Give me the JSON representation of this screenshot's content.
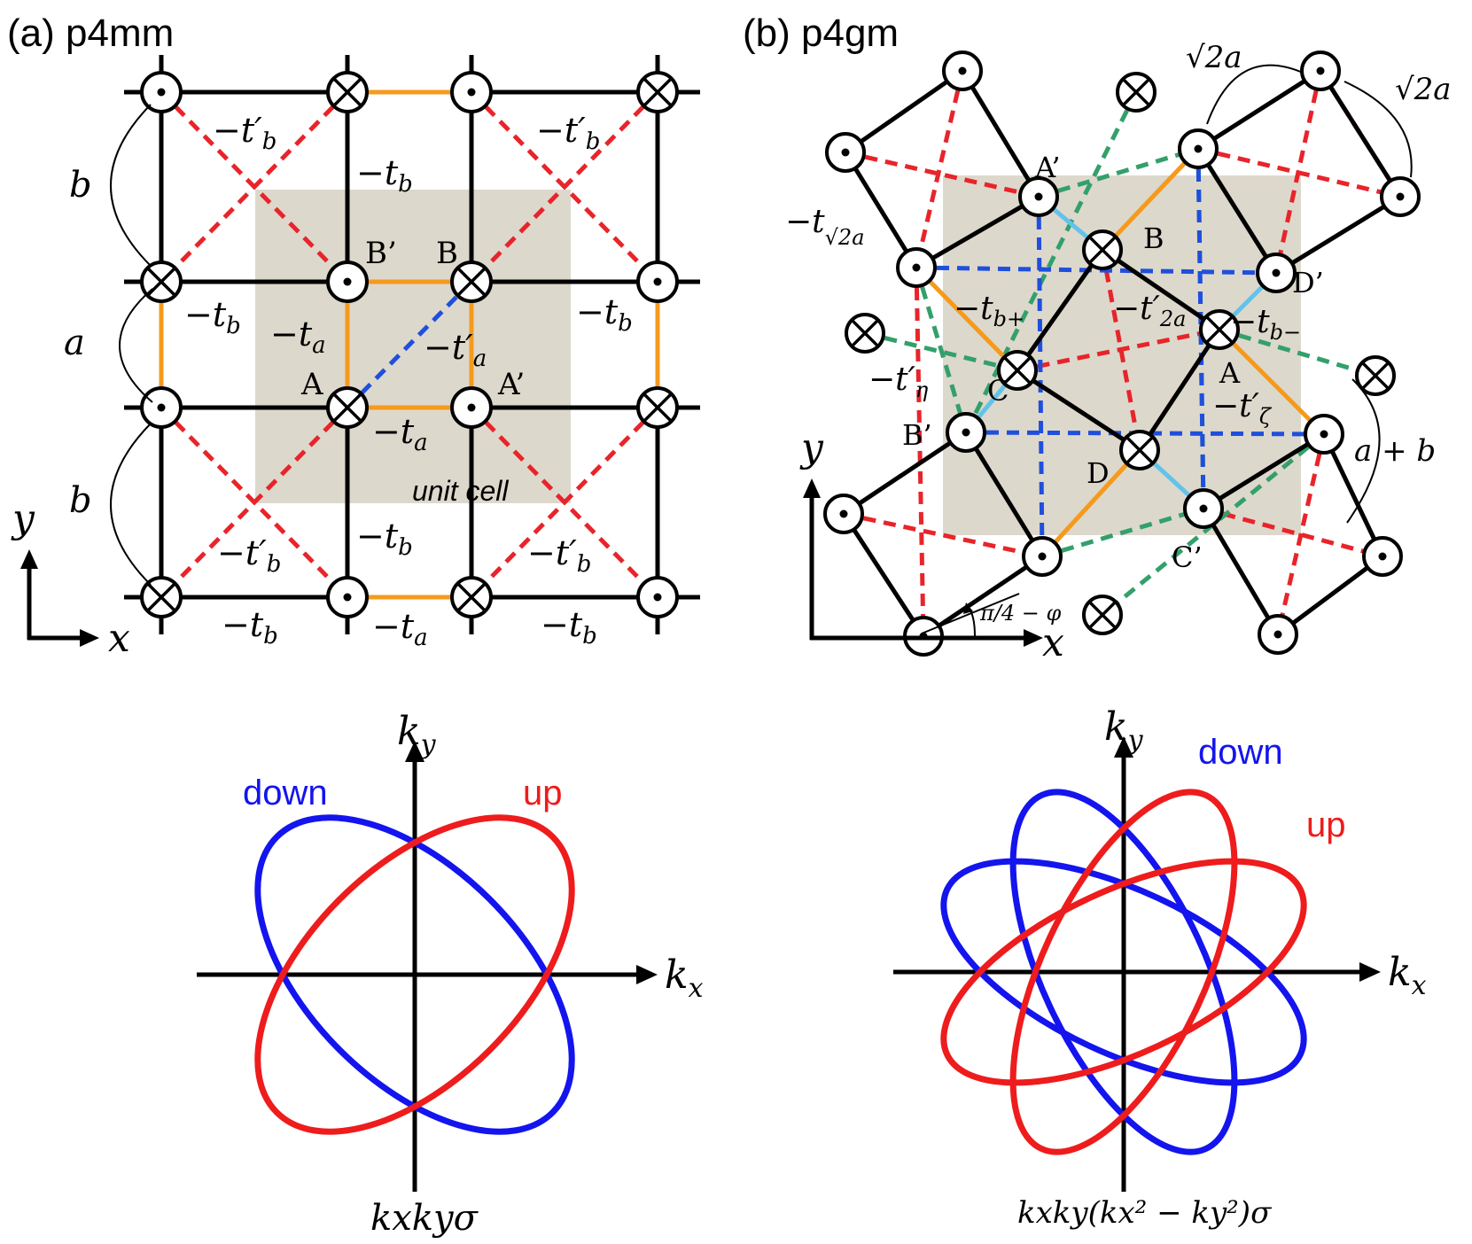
{
  "colors": {
    "bond_black": "#000000",
    "bond_orange": "#f59a1c",
    "bond_red": "#e8242b",
    "bond_blue": "#1f4fdc",
    "bond_lightblue": "#62c3ea",
    "bond_green": "#33a06b",
    "unit_cell": "#ddd8cc",
    "up_curve": "#ee1c1c",
    "down_curve": "#1414ee"
  },
  "panel_a": {
    "title": "(a) p4mm",
    "spans": {
      "b": "b",
      "a": "a"
    },
    "sites": {
      "A": "A",
      "A_prime": "A’",
      "B": "B",
      "B_prime": "B’"
    },
    "hoppings": {
      "minus_tb": "−t",
      "tb_sub": "b",
      "minus_ta": "−t",
      "ta_sub": "a",
      "minus_tb_prime": "−t′",
      "tb_prime_sub": "b",
      "minus_ta_prime": "−t′",
      "ta_prime_sub": "a"
    },
    "unit_cell_label": "unit cell",
    "axes": {
      "x": "x",
      "y": "y"
    }
  },
  "panel_b": {
    "title": "(b) p4gm",
    "sqrt2a": "√2a",
    "sites": {
      "A": "A",
      "A_prime": "A’",
      "B": "B",
      "B_prime": "B’",
      "C": "C",
      "C_prime": "C’",
      "D": "D",
      "D_prime": "D’"
    },
    "hoppings": {
      "t_sqrt2a": "−t",
      "t_sqrt2a_sub": "√2a",
      "t_bplus": "−t",
      "t_bplus_sub": "b+",
      "t_2a": "−t′",
      "t_2a_sub": "2a",
      "t_bminus": "−t",
      "t_bminus_sub": "b−",
      "t_eta": "−t′",
      "t_eta_sub": "η",
      "t_zeta": "−t′",
      "t_zeta_sub": "ζ"
    },
    "a_plus_b": "a + b",
    "angle": "π/4 − φ",
    "axes": {
      "x": "x",
      "y": "y"
    }
  },
  "fermi_a": {
    "kx": "k",
    "kx_sub": "x",
    "ky": "k",
    "ky_sub": "y",
    "up": "up",
    "down": "down",
    "formula": "kxkyσ"
  },
  "fermi_b": {
    "kx": "k",
    "kx_sub": "x",
    "ky": "k",
    "ky_sub": "y",
    "up": "up",
    "down": "down",
    "formula": "kxky(kx² − ky²)σ"
  }
}
